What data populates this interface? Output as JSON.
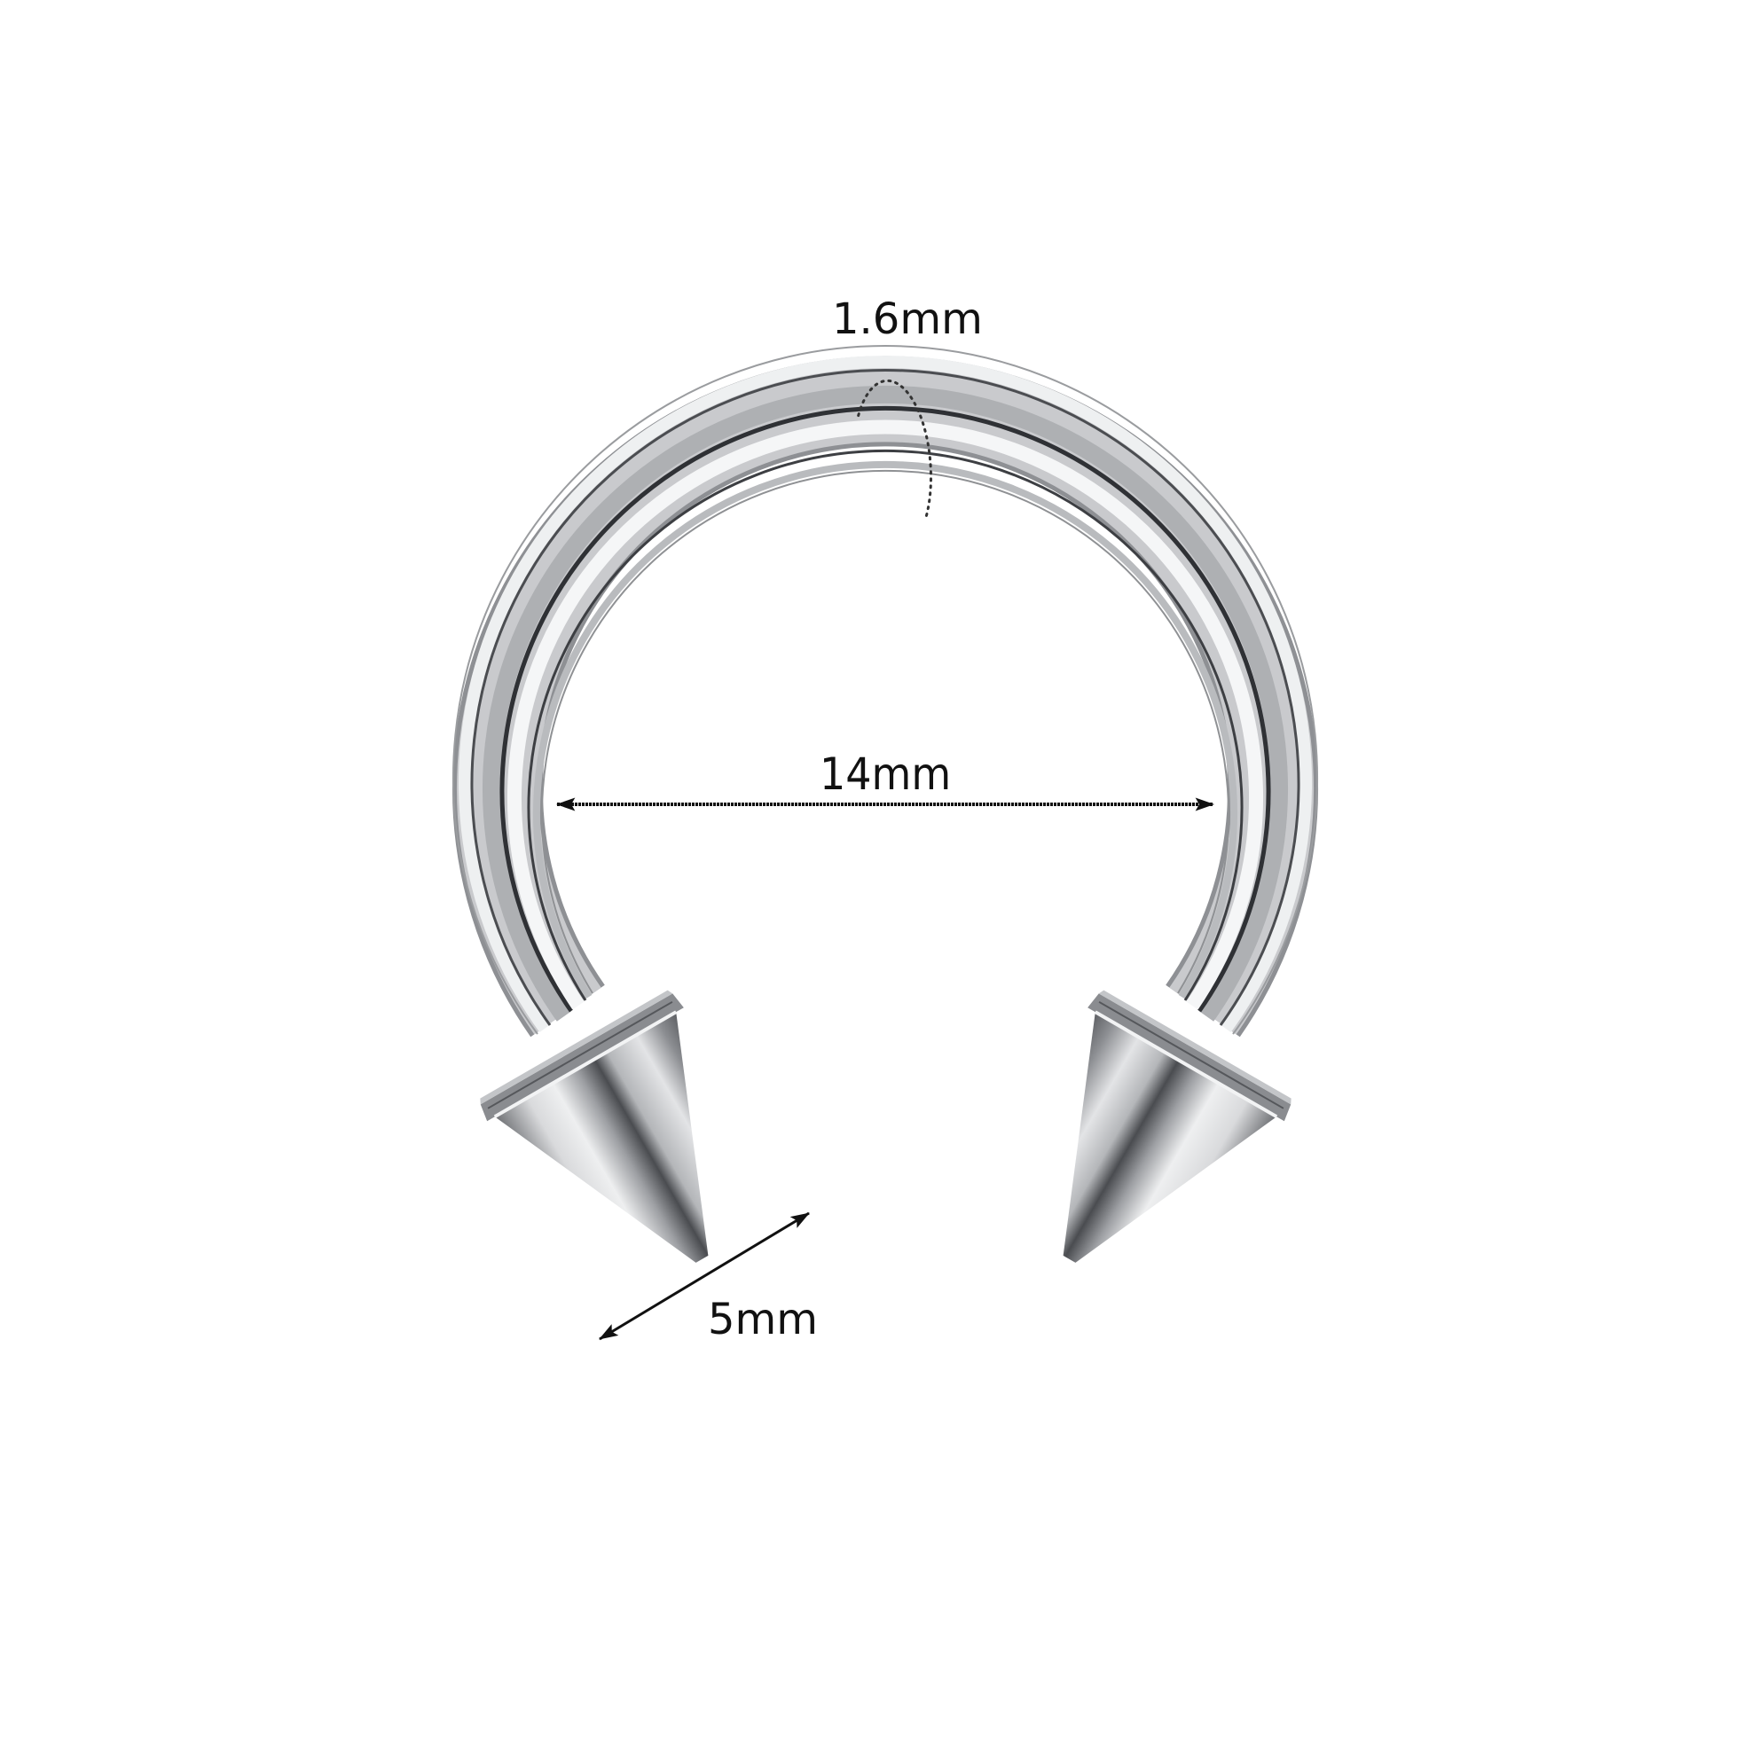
{
  "diagram": {
    "subject": "Horseshoe ring with spike ends",
    "material_color": "#c8c9cc",
    "accent_colors": {
      "highlight": "#f4f5f6",
      "shadow": "#3a3c40",
      "mid": "#9a9ca0",
      "annotation": "#111111"
    },
    "dimensions": {
      "thickness": {
        "label": "1.6mm",
        "indicator": "dotted-ellipse"
      },
      "inner_diameter": {
        "label": "14mm",
        "indicator": "double-arrow-horizontal"
      },
      "spike_size": {
        "label": "5mm",
        "indicator": "double-arrow-diagonal"
      }
    }
  }
}
